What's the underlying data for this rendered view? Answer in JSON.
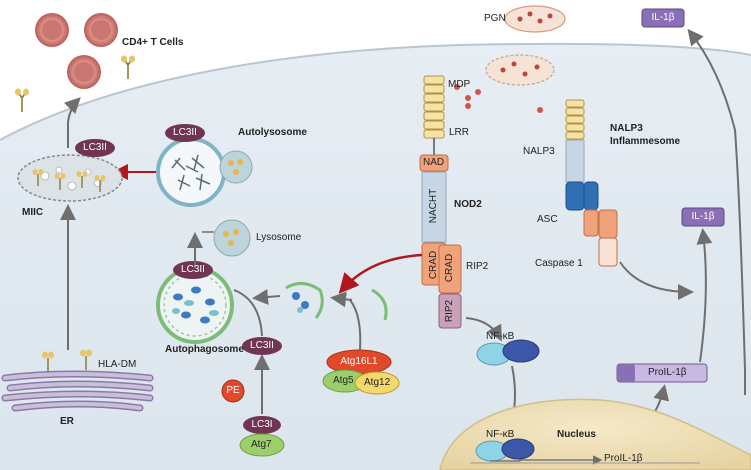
{
  "labels": {
    "cd4_t_cells": "CD4+ T Cells",
    "pgn": "PGN",
    "il1b_top": "IL-1β",
    "il1b_mid": "IL-1β",
    "mdp": "MDP",
    "lrr": "LRR",
    "nad": "NAD",
    "nacht": "NACHT",
    "nod2": "NOD2",
    "crad_left": "CRAD",
    "crad_right": "CRAD",
    "rip2_label": "RIP2",
    "rip2_box": "RIP2",
    "nalp3": "NALP3",
    "nalp3_inflammesome_line1": "NALP3",
    "nalp3_inflammesome_line2": "Inflammesome",
    "asc": "ASC",
    "caspase1": "Caspase 1",
    "autolysosome": "Autolysosome",
    "lysosome": "Lysosome",
    "lc3ii_miic": "LC3II",
    "lc3ii_autolysosome": "LC3II",
    "lc3ii_autophagosome": "LC3II",
    "lc3ii_mid": "LC3II",
    "lc3i": "LC3I",
    "miic": "MIIC",
    "autophagosome": "Autophagosome",
    "atg16l1": "Atg16L1",
    "atg5": "Atg5",
    "atg12": "Atg12",
    "atg7": "Atg7",
    "pe": "PE",
    "nfkb_cyto": "NF-κB",
    "nfkb_nucleus": "NF-κB",
    "nucleus": "Nucleus",
    "proil1b_cyto": "ProIL-1β",
    "proil1b_nucleus": "ProIL-1β",
    "hla_dm": "HLA-DM",
    "er": "ER"
  },
  "colors": {
    "cell_background": "#dfe7ef",
    "lc3_purple": "#6f3553",
    "il1b_purple": "#8b6fb5",
    "nod2_orange": "#f0a27a",
    "nacht_blue": "#c7d6e4",
    "asc_blue": "#2f6fb3",
    "nfkb_blue": "#3d57a8",
    "atg_green": "#9ccf6a",
    "atg_yellow": "#f4d86a",
    "pe_red": "#e04a2a",
    "arrow_red": "#b0161c",
    "arrow_grey": "#6f6f6f"
  },
  "icons": [
    "t-cell-icon",
    "bacteria-icon",
    "mhc-receptor-icon",
    "vesicle-icon",
    "arrow-icon"
  ]
}
